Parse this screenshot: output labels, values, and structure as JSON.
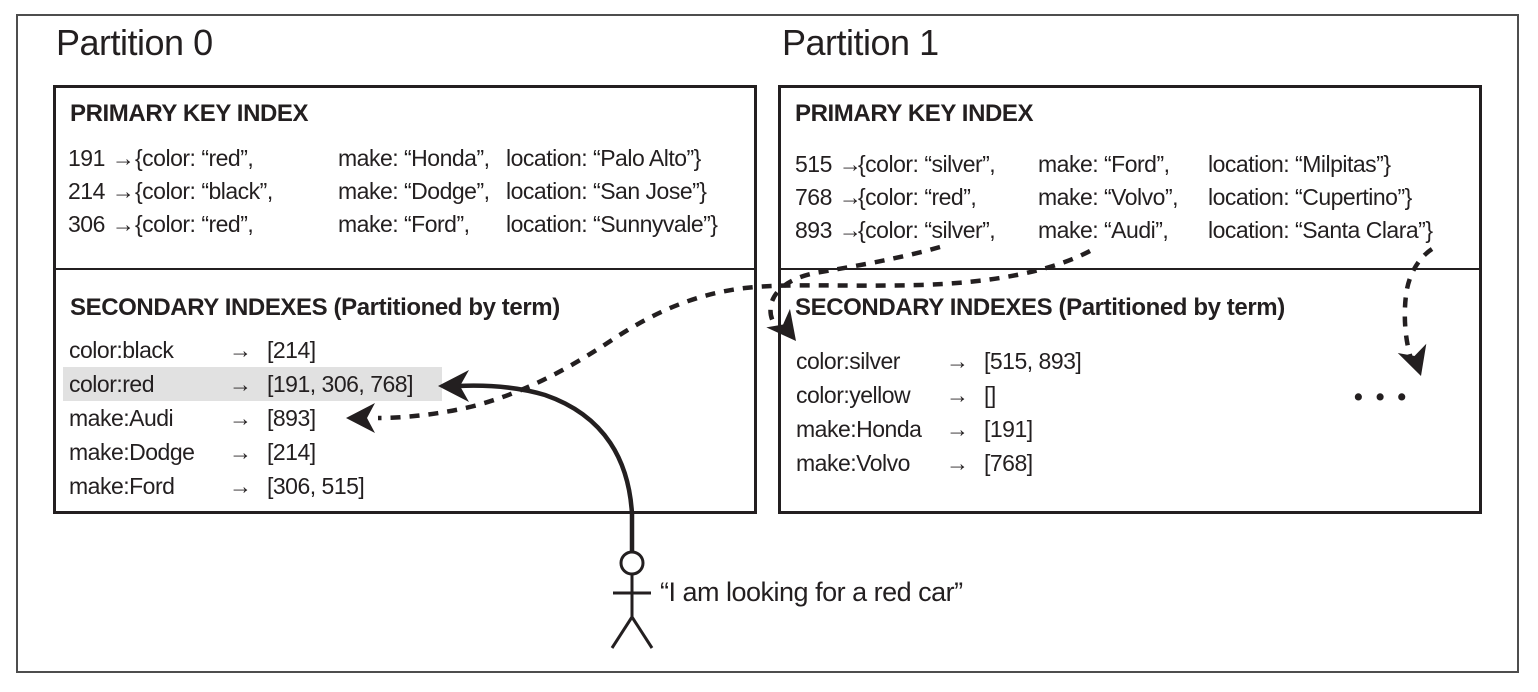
{
  "glyphs": {
    "arrow": "→",
    "ellipsis": "• • •"
  },
  "client": {
    "quote": "“I am looking for a red car”"
  },
  "colors": {
    "ink": "#231f20",
    "highlight": "#e1e1e1",
    "frame": "#4d4d4d"
  },
  "partitions": [
    {
      "label": "Partition 0",
      "primary_index": {
        "title": "PRIMARY KEY INDEX",
        "rows": [
          {
            "key": "191",
            "color": "{color: “red”,",
            "make": "make: “Honda”,",
            "location": "location: “Palo Alto”}"
          },
          {
            "key": "214",
            "color": "{color: “black”,",
            "make": "make: “Dodge”,",
            "location": "location: “San Jose”}"
          },
          {
            "key": "306",
            "color": "{color: “red”,",
            "make": "make: “Ford”,",
            "location": "location: “Sunnyvale”}"
          }
        ]
      },
      "secondary_index": {
        "title": "SECONDARY INDEXES (Partitioned by term)",
        "rows": [
          {
            "term": "color:black",
            "postings": "[214]",
            "highlighted": false
          },
          {
            "term": "color:red",
            "postings": "[191, 306, 768]",
            "highlighted": true
          },
          {
            "term": "make:Audi",
            "postings": "[893]",
            "highlighted": false
          },
          {
            "term": "make:Dodge",
            "postings": "[214]",
            "highlighted": false
          },
          {
            "term": "make:Ford",
            "postings": "[306, 515]",
            "highlighted": false
          }
        ]
      }
    },
    {
      "label": "Partition 1",
      "primary_index": {
        "title": "PRIMARY KEY INDEX",
        "rows": [
          {
            "key": "515",
            "color": "{color: “silver”,",
            "make": "make: “Ford”,",
            "location": "location: “Milpitas”}"
          },
          {
            "key": "768",
            "color": "{color: “red”,",
            "make": "make: “Volvo”,",
            "location": "location: “Cupertino”}"
          },
          {
            "key": "893",
            "color": "{color: “silver”,",
            "make": "make: “Audi”,",
            "location": "location: “Santa Clara”}"
          }
        ]
      },
      "secondary_index": {
        "title": "SECONDARY INDEXES (Partitioned by term)",
        "rows": [
          {
            "term": "color:silver",
            "postings": "[515, 893]"
          },
          {
            "term": "color:yellow",
            "postings": "[]"
          },
          {
            "term": "make:Honda",
            "postings": "[191]"
          },
          {
            "term": "make:Volvo",
            "postings": "[768]"
          }
        ]
      }
    }
  ]
}
